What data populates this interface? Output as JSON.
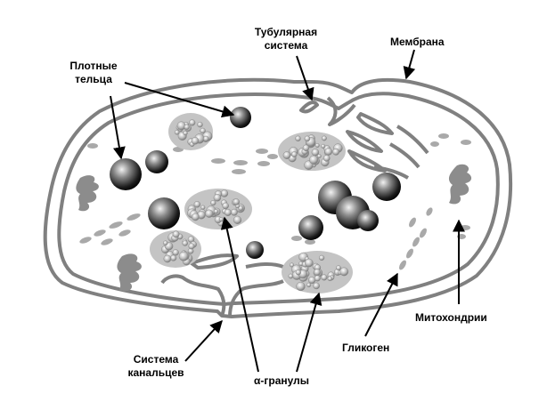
{
  "labels": {
    "dense_bodies_line1": "Плотные",
    "dense_bodies_line2": "тельца",
    "tubular_line1": "Тубулярная",
    "tubular_line2": "система",
    "membrane": "Мембрана",
    "mitochondria": "Митохондрии",
    "glycogen": "Гликоген",
    "canal_line1": "Система",
    "canal_line2": "канальцев",
    "alpha_granules": "α-гранулы"
  },
  "colors": {
    "outline": "#808080",
    "organelle": "#8c8c8c",
    "granule_region": "#c4c4c4",
    "background": "#ffffff"
  }
}
